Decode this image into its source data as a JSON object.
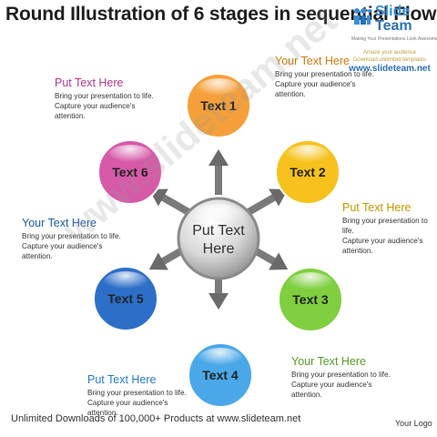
{
  "title": "Round Illustration of 6 stages in sequential Flow",
  "logo": {
    "line1": "Slide",
    "line2": "Team",
    "tagline": "Making Your Presentations Look Awesome"
  },
  "promo": {
    "line1": "Amaze your audience",
    "line2": "Download unlimited templates",
    "url": "www.slideteam.net"
  },
  "center": {
    "line1": "Put Text",
    "line2": "Here"
  },
  "stages": [
    {
      "label": "Text 1",
      "color": "#f5a03a"
    },
    {
      "label": "Text 2",
      "color": "#f7c21e"
    },
    {
      "label": "Text 3",
      "color": "#7fcf3f"
    },
    {
      "label": "Text 4",
      "color": "#4aa8e8"
    },
    {
      "label": "Text 5",
      "color": "#2d6fc8"
    },
    {
      "label": "Text 6",
      "color": "#d65aa8"
    }
  ],
  "text_blocks": [
    {
      "heading": "Put Text Here",
      "body": "Bring your presentation to life.\nCapture your audience's\nattention.",
      "color": "#b03a8a"
    },
    {
      "heading": "Your Text Here",
      "body": "Bring your presentation to life.\nCapture your audience's\nattention.",
      "color": "#d07a10"
    },
    {
      "heading": "Put Text Here",
      "body": "Bring your presentation to life.\nCapture your audience's\nattention.",
      "color": "#c09a00"
    },
    {
      "heading": "Your Text Here",
      "body": "Bring your presentation to life.\nCapture your audience's\nattention.",
      "color": "#1e5fa8"
    },
    {
      "heading": "Your Text Here",
      "body": "Bring your presentation to life.\nCapture your audience's\nattention.",
      "color": "#5a9a2a"
    },
    {
      "heading": "Put Text Here",
      "body": "Bring your presentation to life.\nCapture your audience's\nattention.",
      "color": "#2a7ac8"
    }
  ],
  "footer": "Unlimited Downloads of 100,000+ Products at www.slideteam.net",
  "your_logo": "Your Logo",
  "watermark": "www.slideteam.net"
}
